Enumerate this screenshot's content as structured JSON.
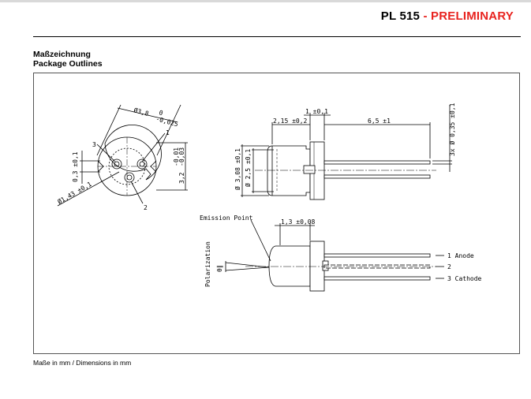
{
  "header": {
    "product": "PL 515",
    "separator": " - ",
    "status": "PRELIMINARY",
    "status_color": "#e8231f"
  },
  "section": {
    "title_de": "Maßzeichnung",
    "title_en": "Package Outlines"
  },
  "drawing": {
    "front_view": {
      "diameter_outer": "Ø3,8",
      "tol_upper": "0",
      "tol_lower": "-0,025",
      "pin_labels": [
        "1",
        "2",
        "3"
      ],
      "dim_flat": "0,3 ±0,1",
      "dim_height": "3,2",
      "dim_height_tol_upper": "-0,01",
      "dim_height_tol_lower": "-0,03",
      "dim_pin_circle": "Ø1,43 ±0,1"
    },
    "side_view": {
      "dim_1": "1 ±0,1",
      "dim_flange": "2,15 ±0,2",
      "dim_leads": "6,5 ±1",
      "dim_lead_dia": "3x Ø 0,35 ±0,1",
      "dim_cap_dia": "Ø 3,08 ±0,1",
      "dim_window_dia": "Ø 2,5 ±0,1"
    },
    "bottom_view": {
      "emission_point_label": "Emission Point",
      "dim_emission": "1,3 ±0,08",
      "polarization_label": "Polarization",
      "theta_label": "θ∥",
      "pin_1": "1 Anode",
      "pin_2": "2",
      "pin_3": "3 Cathode"
    }
  },
  "caption": "Maße in mm / Dimensions in mm"
}
